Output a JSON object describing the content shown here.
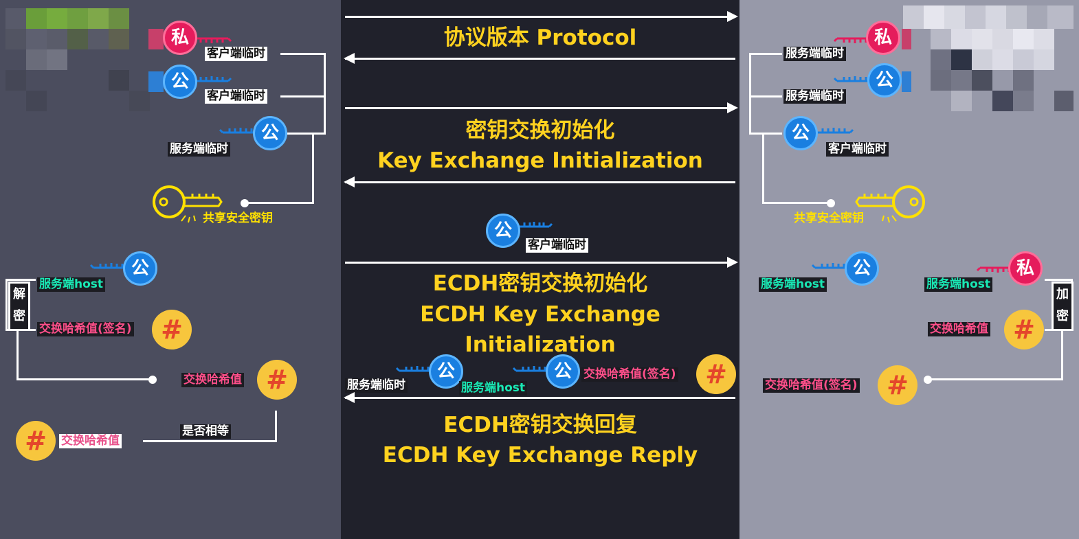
{
  "colors": {
    "left_bg": "#4b4d5e",
    "center_bg": "#20212b",
    "right_bg": "#9799a9",
    "title_yellow": "#ffd21f",
    "public_key_blue": "#1a7fe0",
    "private_key_red": "#e51c5c",
    "hash_badge_yellow": "#f7c63d",
    "shared_key_yellow": "#ffe100"
  },
  "icons": {
    "public_key": "公",
    "private_key": "私",
    "hash": "#"
  },
  "center": {
    "step1": "协议版本 Protocol",
    "step2_zh": "密钥交换初始化",
    "step2_en": "Key Exchange Initialization",
    "step3_zh": "ECDH密钥交换初始化",
    "step3_en": "ECDH Key Exchange Initialization",
    "step4_zh": "ECDH密钥交换回复",
    "step4_en": "ECDH Key Exchange Reply",
    "client_ephemeral": "客户端临时",
    "server_ephemeral": "服务端临时",
    "server_host": "服务端host",
    "hash_signed": "交换哈希值(签名)"
  },
  "left": {
    "client_ephemeral_private": "客户端临时",
    "client_ephemeral_public": "客户端临时",
    "server_ephemeral_public": "服务端临时",
    "shared_secret": "共享安全密钥",
    "server_host": "服务端host",
    "decrypt_box": "解密",
    "hash_signed": "交换哈希值(签名)",
    "hash_value": "交换哈希值",
    "hash_value_computed": "交换哈希值",
    "compare": "是否相等"
  },
  "right": {
    "server_ephemeral_private": "服务端临时",
    "server_ephemeral_public": "服务端临时",
    "client_ephemeral_public": "客户端临时",
    "shared_secret": "共享安全密钥",
    "server_host_public": "服务端host",
    "server_host_private": "服务端host",
    "encrypt_box": "加密",
    "hash_value": "交换哈希值",
    "hash_signed": "交换哈希值(签名)"
  }
}
